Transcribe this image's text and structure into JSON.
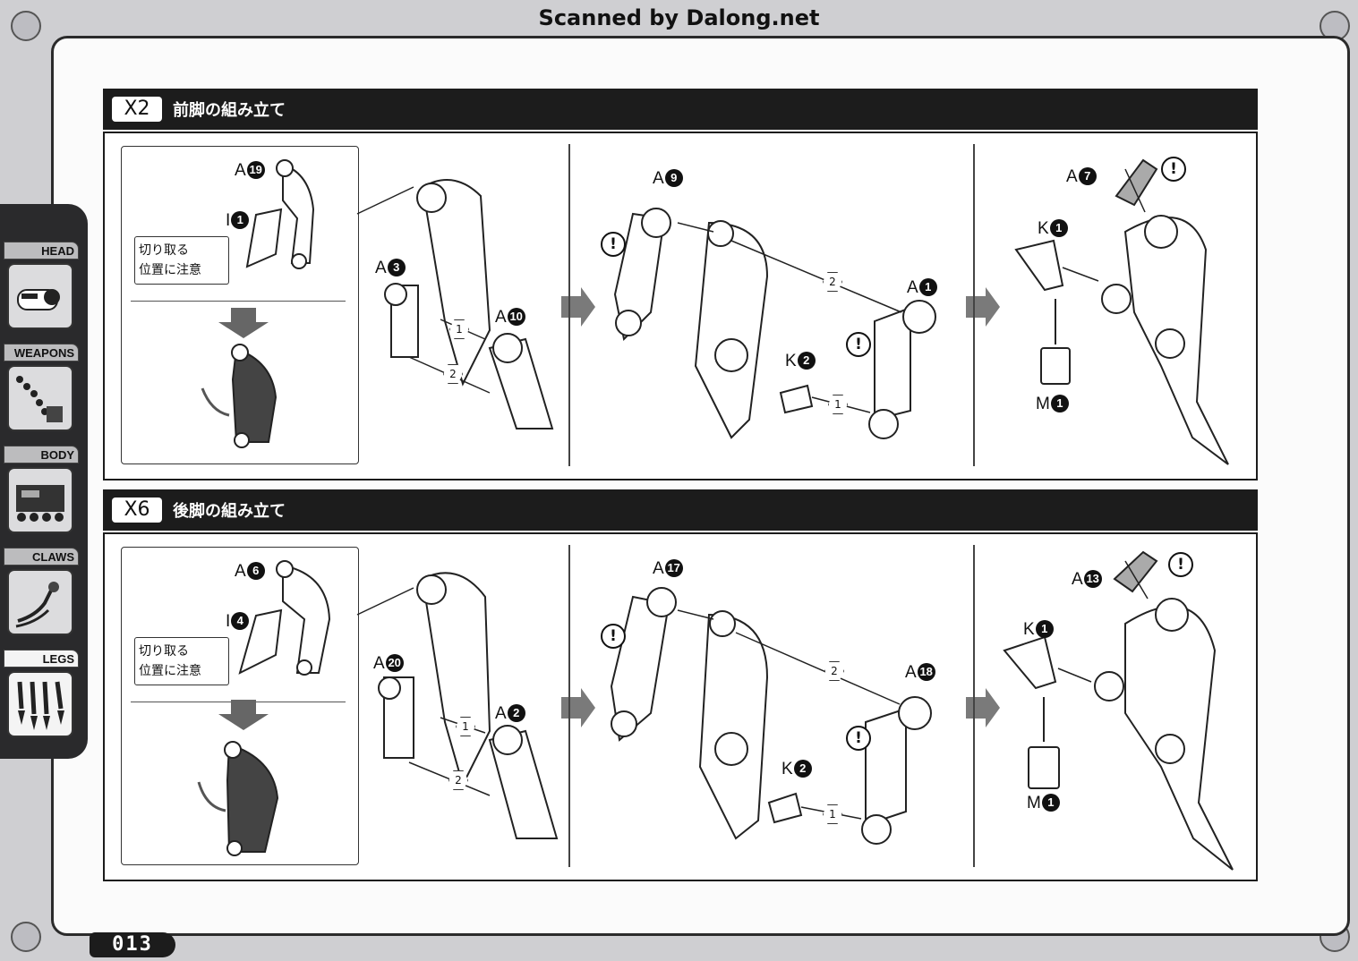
{
  "watermark": "Scanned by Dalong.net",
  "sidebar": {
    "tabs": [
      {
        "label": "HEAD",
        "icon": "head-icon"
      },
      {
        "label": "WEAPONS",
        "icon": "weapons-icon"
      },
      {
        "label": "BODY",
        "icon": "body-icon"
      },
      {
        "label": "CLAWS",
        "icon": "claws-icon"
      },
      {
        "label": "LEGS",
        "icon": "legs-icon",
        "active": true
      }
    ]
  },
  "sections": [
    {
      "multiplier": "X2",
      "title": "前脚の組み立て",
      "caution": [
        "切り取る",
        "位置に注意"
      ],
      "parts": {
        "cut_a": {
          "letter": "A",
          "num": "19"
        },
        "cut_i": {
          "letter": "I",
          "num": "1"
        },
        "step1_a_left": {
          "letter": "A",
          "num": "3"
        },
        "step1_a_right": {
          "letter": "A",
          "num": "10"
        },
        "step2_a_top": {
          "letter": "A",
          "num": "9"
        },
        "step2_a_right": {
          "letter": "A",
          "num": "1"
        },
        "step2_k": {
          "letter": "K",
          "num": "2"
        },
        "step3_a": {
          "letter": "A",
          "num": "7"
        },
        "step3_k": {
          "letter": "K",
          "num": "1"
        },
        "step3_m": {
          "letter": "M",
          "num": "1"
        }
      },
      "steps": [
        "1",
        "2"
      ]
    },
    {
      "multiplier": "X6",
      "title": "後脚の組み立て",
      "caution": [
        "切り取る",
        "位置に注意"
      ],
      "parts": {
        "cut_a": {
          "letter": "A",
          "num": "6"
        },
        "cut_i": {
          "letter": "I",
          "num": "4"
        },
        "step1_a_left": {
          "letter": "A",
          "num": "20"
        },
        "step1_a_right": {
          "letter": "A",
          "num": "2"
        },
        "step2_a_top": {
          "letter": "A",
          "num": "17"
        },
        "step2_a_right": {
          "letter": "A",
          "num": "18"
        },
        "step2_k": {
          "letter": "K",
          "num": "2"
        },
        "step3_a": {
          "letter": "A",
          "num": "13"
        },
        "step3_k": {
          "letter": "K",
          "num": "1"
        },
        "step3_m": {
          "letter": "M",
          "num": "1"
        }
      },
      "steps": [
        "1",
        "2"
      ]
    }
  ],
  "warning_symbol": "!",
  "page_number": "013",
  "colors": {
    "frame": "#2b2b2b",
    "header": "#1c1c1c",
    "sidebar": "#2a2a2c",
    "arrow": "#7a7a7a"
  }
}
